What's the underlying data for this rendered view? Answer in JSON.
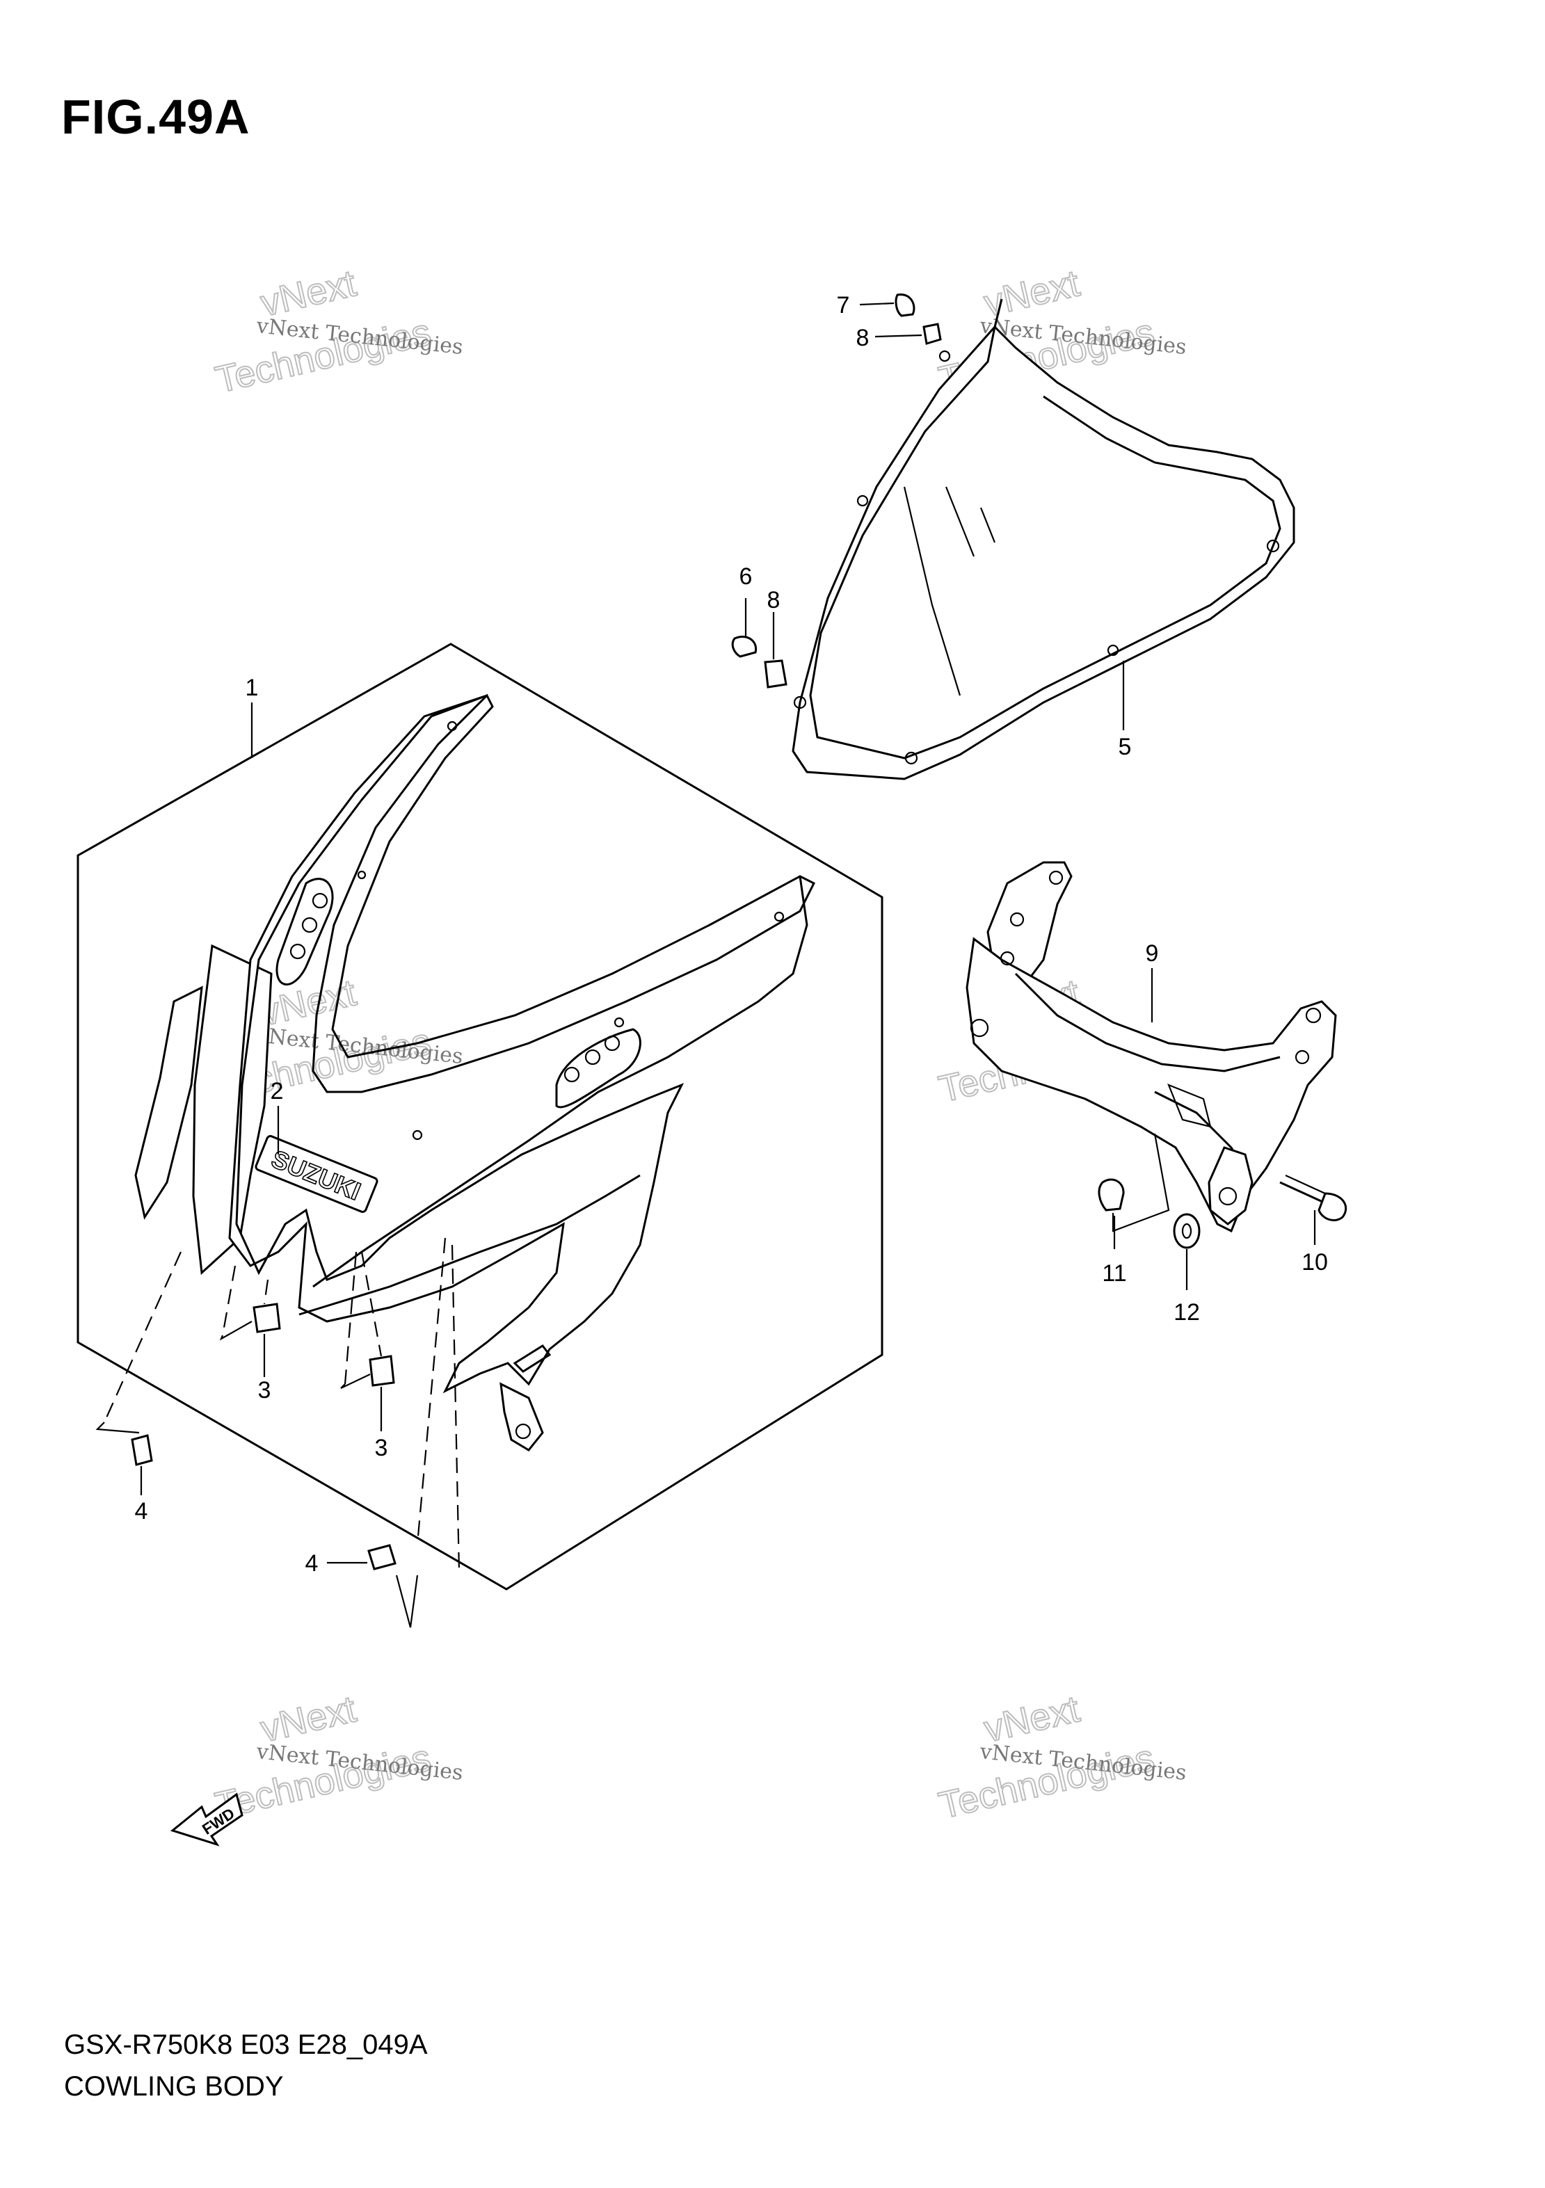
{
  "figure": {
    "title": "FIG.49A",
    "model_code": "GSX-R750K8 E03 E28_049A",
    "section_name": "COWLING BODY"
  },
  "callouts": {
    "p1": "1",
    "p2": "2",
    "p3a": "3",
    "p3b": "3",
    "p4a": "4",
    "p4b": "4",
    "p5": "5",
    "p6": "6",
    "p7": "7",
    "p8a": "8",
    "p8b": "8",
    "p9": "9",
    "p10": "10",
    "p11": "11",
    "p12": "12"
  },
  "labels": {
    "brand_decal": "SUZUKI",
    "fwd_arrow": "FWD"
  },
  "watermark": {
    "line1": "vNext Technologies",
    "line2": "vNext",
    "line3": "Technologies"
  }
}
